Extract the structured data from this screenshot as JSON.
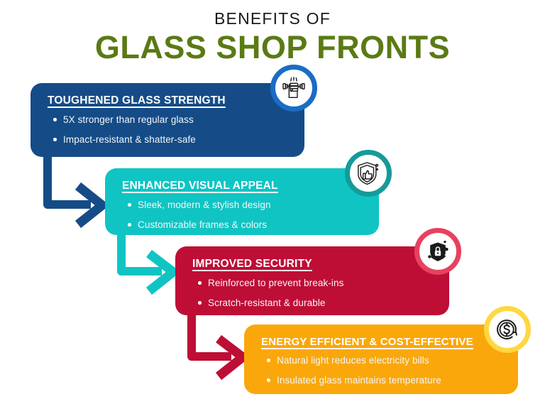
{
  "header": {
    "eyebrow": "BENEFITS OF",
    "title": "GLASS SHOP FRONTS",
    "title_color": "#5A7A14"
  },
  "cards": [
    {
      "id": "toughened-glass-strength",
      "title": "TOUGHENED GLASS STRENGTH",
      "color": "#154C87",
      "ring_color": "#1B6CC4",
      "icon": "fist-dumbbell-icon",
      "bullets": [
        "5X stronger than regular glass",
        "Impact-resistant & shatter-safe"
      ]
    },
    {
      "id": "enhanced-visual-appeal",
      "title": "ENHANCED VISUAL APPEAL",
      "color": "#10C4C4",
      "ring_color": "#159A9A",
      "icon": "shield-thumbs-up-icon",
      "bullets": [
        "Sleek, modern & stylish design",
        "Customizable frames & colors"
      ]
    },
    {
      "id": "improved-security",
      "title": "IMPROVED SECURITY",
      "color": "#BE0E36",
      "ring_color": "#E8415F",
      "icon": "shield-lock-network-icon",
      "bullets": [
        "Reinforced to prevent break-ins",
        "Scratch-resistant & durable"
      ]
    },
    {
      "id": "energy-efficient-cost-effective",
      "title": "ENERGY EFFICIENT & COST-EFFECTIVE",
      "color": "#FAA70B",
      "ring_color": "#FFD740",
      "icon": "dollar-refresh-icon",
      "bullets": [
        "Natural light reduces electricity bills",
        "Insulated glass maintains temperature"
      ]
    }
  ],
  "connectors": [
    {
      "id": "connector-1-to-2",
      "color": "#154C87"
    },
    {
      "id": "connector-2-to-3",
      "color": "#10C4C4"
    },
    {
      "id": "connector-3-to-4",
      "color": "#BE0E36"
    }
  ]
}
